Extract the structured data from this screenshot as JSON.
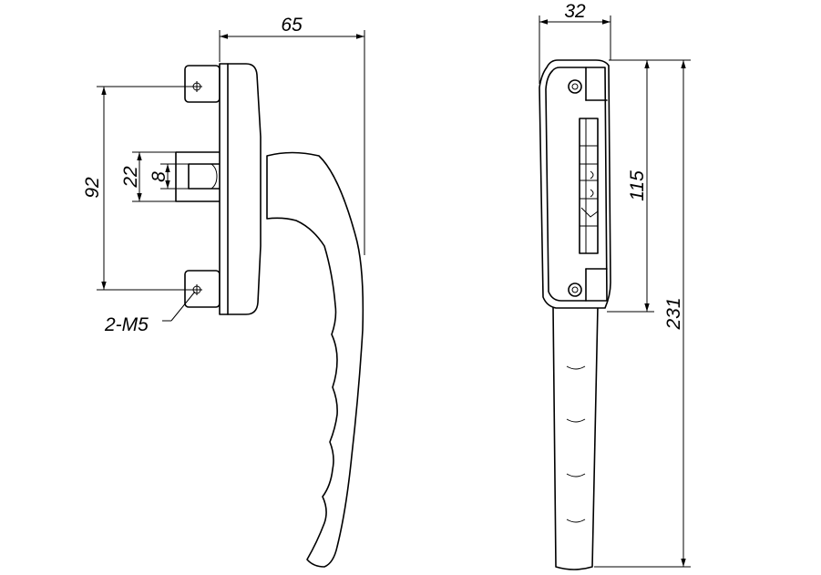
{
  "dimensions": {
    "left_width": "65",
    "hole_spacing": "92",
    "slot_height": "22",
    "slot_width": "8",
    "thread": "2-M5",
    "right_width": "32",
    "base_height": "115",
    "total_height": "231"
  },
  "colors": {
    "line": "#000000",
    "background": "#ffffff"
  }
}
